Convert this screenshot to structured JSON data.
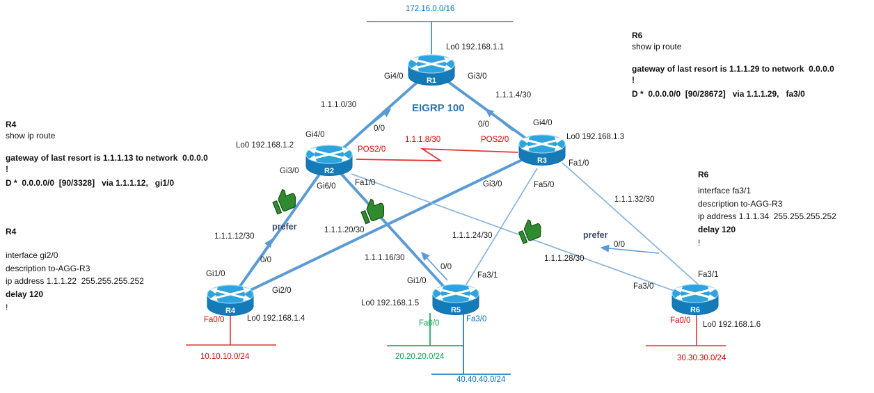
{
  "diagram": {
    "protocol": "EIGRP 100",
    "prefer": "prefer",
    "default_route": "0/0"
  },
  "networks": {
    "backbone": "172.16.0.0/16",
    "r4_lan": "10.10.10.0/24",
    "r5_lan_green": "20.20.20.0/24",
    "r5_lan_blue": "40.40.40.0/24",
    "r6_lan": "30.30.30.0/24"
  },
  "routers": {
    "r1": {
      "name": "R1",
      "loopback": "Lo0 192.168.1.1",
      "if_left": "Gi4/0",
      "if_right": "Gi3/0"
    },
    "r2": {
      "name": "R2",
      "loopback": "Lo0 192.168.1.2",
      "if_up": "Gi4/0",
      "if_pos": "POS2/0",
      "if_r4": "Gi3/0",
      "if_r5": "Gi6/0",
      "if_r6": "Fa1/0"
    },
    "r3": {
      "name": "R3",
      "loopback": "Lo0 192.168.1.3",
      "if_up": "Gi4/0",
      "if_pos": "POS2/0",
      "if_r4": "Gi3/0",
      "if_r5": "Fa5/0",
      "if_r6": "Fa1/0"
    },
    "r4": {
      "name": "R4",
      "loopback": "Lo0 192.168.1.4",
      "if_r2": "Gi1/0",
      "if_r3": "Gi2/0",
      "if_lan": "Fa0/0"
    },
    "r5": {
      "name": "R5",
      "loopback": "Lo0 192.168.1.5",
      "if_r2": "Gi1/0",
      "if_r3": "Fa3/1",
      "if_lan_green": "Fa0/0",
      "if_lan_blue": "Fa3/0"
    },
    "r6": {
      "name": "R6",
      "loopback": "Lo0 192.168.1.6",
      "if_r2": "Fa3/0",
      "if_r3": "Fa3/1",
      "if_lan": "Fa0/0"
    }
  },
  "links": {
    "r1_r2": "1.1.1.0/30",
    "r1_r3": "1.1.1.4/30",
    "r2_r3": "1.1.1.8/30",
    "r2_r4": "1.1.1.12/30",
    "r2_r5": "1.1.1.16/30",
    "r3_r4": "1.1.1.20/30",
    "r3_r5": "1.1.1.24/30",
    "r2_r6": "1.1.1.28/30",
    "r3_r6": "1.1.1.32/30"
  },
  "notes": {
    "r6_route": {
      "title": "R6",
      "command": "show ip route",
      "gateway": "gateway of last resort is 1.1.1.29 to network  0.0.0.0",
      "bang": "!",
      "route": "D *  0.0.0.0/0  [90/28672]   via 1.1.1.29,   fa3/0"
    },
    "r4_route": {
      "title": "R4",
      "command": "show ip route",
      "gateway": "gateway of last resort is 1.1.1.13 to network  0.0.0.0",
      "bang": "!",
      "route": "D *  0.0.0.0/0  [90/3328]   via 1.1.1.12,   gi1/0"
    },
    "r4_iface": {
      "title": "R4",
      "interface": "interface gi2/0",
      "description": "description to-AGG-R3",
      "ip": "ip address 1.1.1.22  255.255.255.252",
      "delay": "delay 120",
      "bang": "!"
    },
    "r6_iface": {
      "title": "R6",
      "interface": "interface fa3/1",
      "description": "description to-AGG-R3",
      "ip": "ip address 1.1.1.34  255.255.255.252",
      "delay": "delay 120",
      "bang": "!"
    }
  }
}
